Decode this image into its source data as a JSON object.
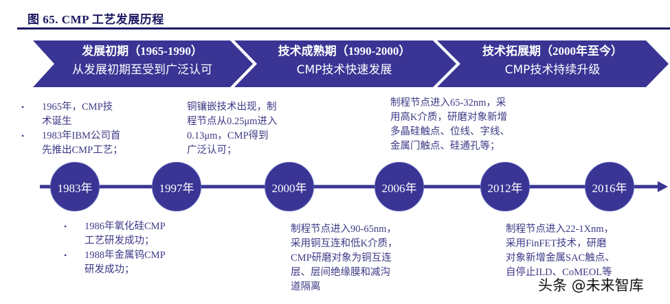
{
  "figure": {
    "title": "图 65. CMP 工艺发展历程"
  },
  "colors": {
    "primary": "#3a3494",
    "title_rule": "#1a1464",
    "note_text": "#3c3a86"
  },
  "phases": [
    {
      "title": "发展初期（1965-1990）",
      "subtitle": "从发展初期至受到广泛认可"
    },
    {
      "title": "技术成熟期（1990-2000）",
      "subtitle": "CMP技术快速发展"
    },
    {
      "title": "技术拓展期（2000年至今）",
      "subtitle": "CMP技术持续升级"
    }
  ],
  "timeline": {
    "nodes": [
      {
        "label": "1983年"
      },
      {
        "label": "1997年"
      },
      {
        "label": "2000年"
      },
      {
        "label": "2006年"
      },
      {
        "label": "2012年"
      },
      {
        "label": "2016年"
      }
    ]
  },
  "notes": {
    "top": [
      {
        "bullets": [
          {
            "marker": "•",
            "lines": [
              "1965年，CMP技",
              "术诞生"
            ]
          },
          {
            "marker": "•",
            "lines": [
              "1983年IBM公司首",
              "先推出CMP工艺；"
            ]
          }
        ]
      },
      {
        "lines": [
          "铜镶嵌技术出现，制",
          "程节点从0.25μm进入",
          "0.13μm，CMP得到",
          "广泛认可；"
        ]
      },
      {
        "lines": [
          "制程节点进入65-32nm，采",
          "用高K介质，研磨对象新增",
          "多晶硅触点、位线、字线、",
          "金属门触点、硅通孔等；"
        ]
      }
    ],
    "bottom": [
      {
        "bullets": [
          {
            "marker": "•",
            "lines": [
              "1986年氧化硅CMP",
              "工艺研发成功；"
            ]
          },
          {
            "marker": "•",
            "lines": [
              "1988年金属钨CMP",
              "研发成功；"
            ]
          }
        ]
      },
      {
        "lines": [
          "制程节点进入90-65nm，",
          "采用铜互连和低K介质，",
          "CMP研磨对象为铜互连",
          "层、层间绝缘膜和减沟",
          "道隔离"
        ]
      },
      {
        "lines": [
          "制程节点进入22-1Xnm，",
          "采用FinFET技术，研磨",
          "对象新增金属SAC触点、",
          "自停止ILD、CoMEOL等"
        ]
      }
    ]
  },
  "watermark": "头条 @未来智库"
}
